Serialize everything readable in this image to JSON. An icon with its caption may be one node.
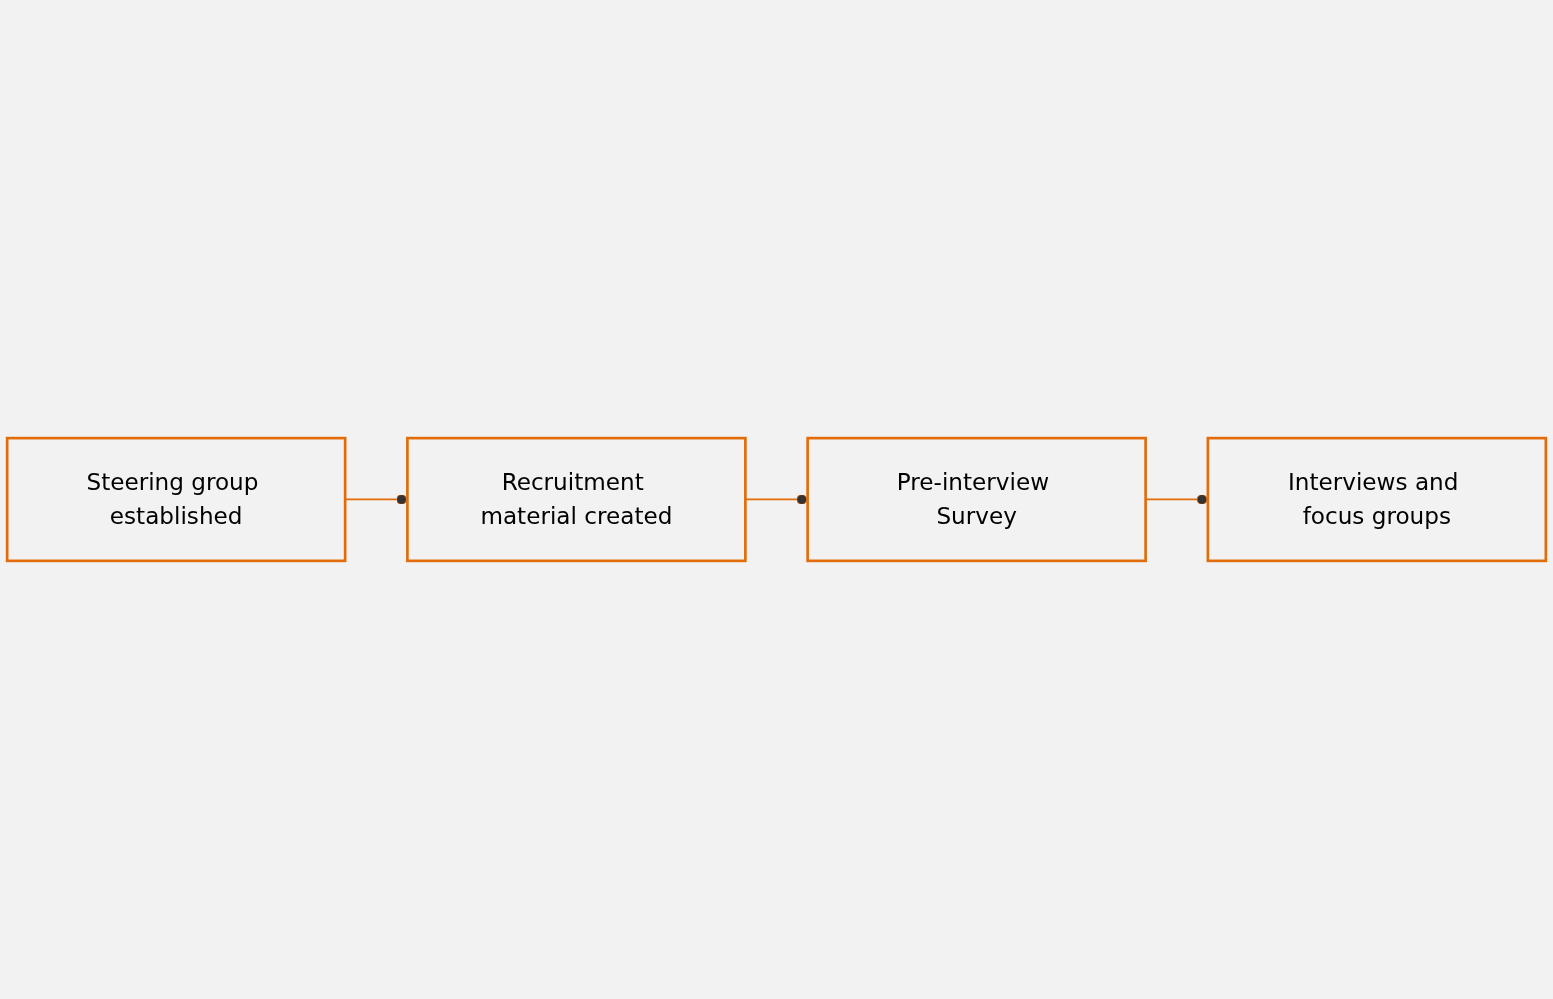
{
  "diagram": {
    "nodes": [
      {
        "text": [
          "Steering group established"
        ]
      },
      {
        "text": [
          "Recruitment material created"
        ]
      },
      {
        "text": [
          "Pre-interview Survey"
        ]
      },
      {
        "text": [
          "Interviews and focus groups"
        ]
      }
    ],
    "edges": [
      {
        "from": 0,
        "to": 1,
        "arrow": "other"
      },
      {
        "from": 1,
        "to": 2,
        "arrow": "other"
      },
      {
        "from": 2,
        "to": 3,
        "arrow": "other"
      }
    ]
  }
}
